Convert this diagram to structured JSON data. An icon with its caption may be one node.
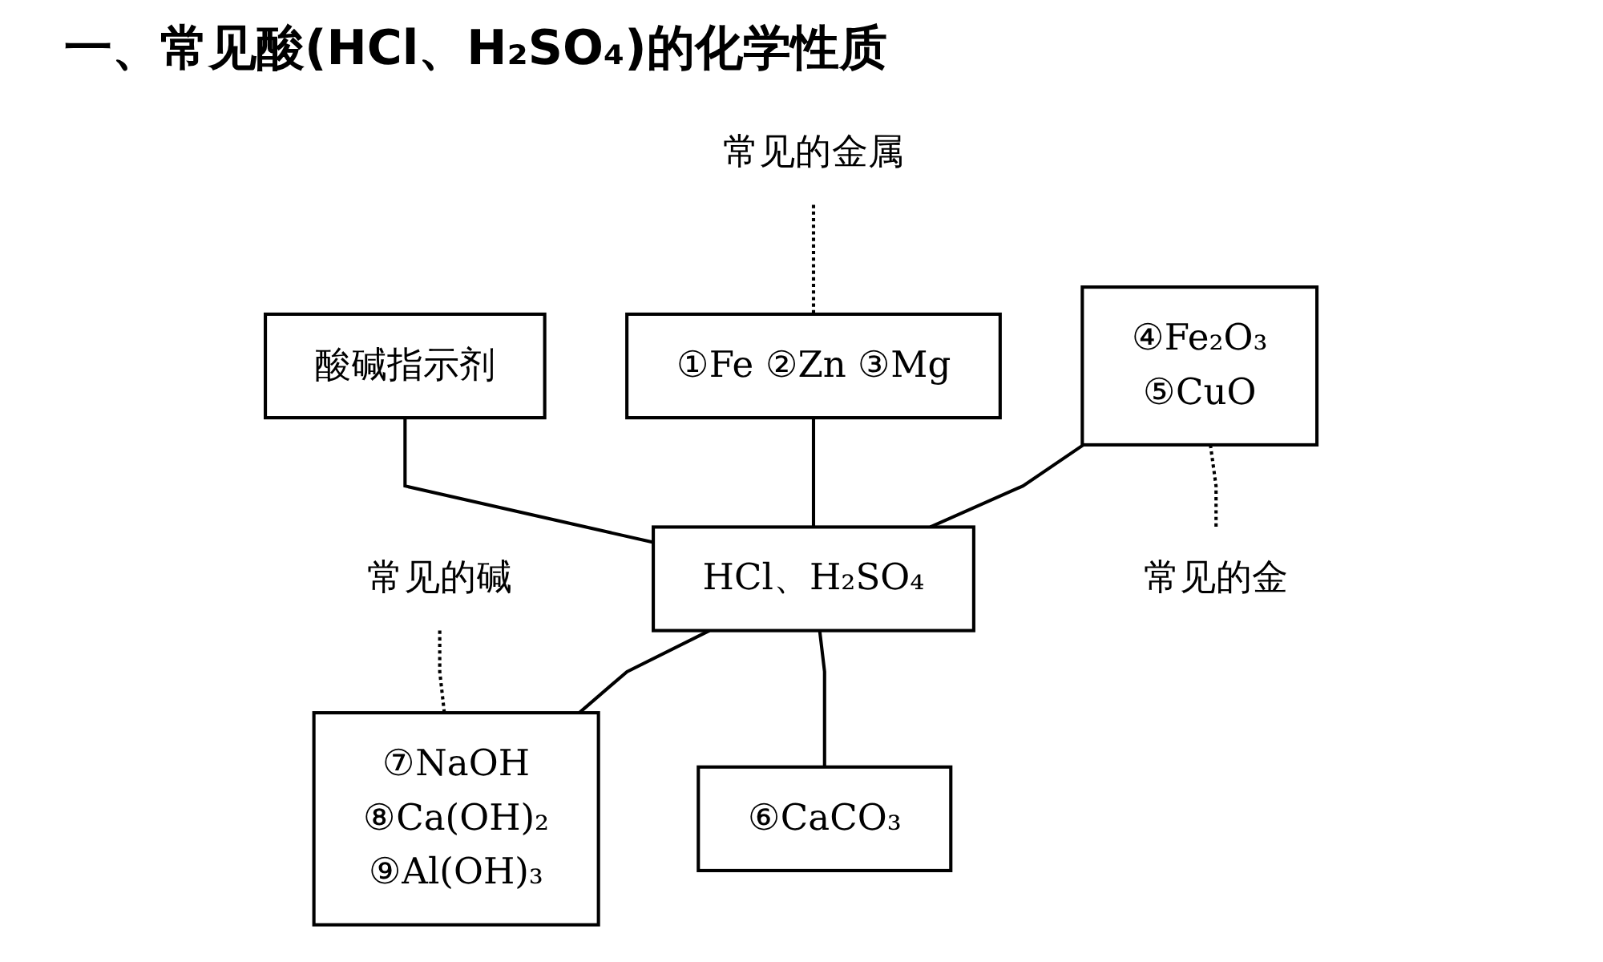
{
  "diagram": {
    "title": "一、常见酸(HCl、H₂SO₄)的化学性质",
    "nodes": [
      {
        "text": [
          "常见的金属"
        ]
      },
      {
        "text": [
          "常见的碱"
        ]
      },
      {
        "text": [
          "酸碱指示剂"
        ]
      },
      {
        "text": [
          "①Fe ②Zn ③Mg"
        ]
      },
      {
        "text": [
          "④Fe₂O₃",
          "⑤CuO"
        ]
      },
      {
        "text": [
          "HCl、H₂SO₄"
        ]
      },
      {
        "text": [
          "⑦NaOH",
          "⑧Ca(OH)₂",
          "⑨Al(OH)₃"
        ]
      },
      {
        "text": [
          "⑥CaCO₃"
        ]
      },
      {
        "text": [
          "常见的金"
        ]
      }
    ],
    "edges": [
      {
        "from": 0,
        "to": 3,
        "arrow": "none",
        "style": "dashed"
      },
      {
        "from": 1,
        "to": 6,
        "arrow": "none",
        "style": "dashed"
      },
      {
        "from": 2,
        "to": 5,
        "arrow": "none"
      },
      {
        "from": 3,
        "to": 5,
        "arrow": "none"
      },
      {
        "from": 4,
        "to": 5,
        "arrow": "none"
      },
      {
        "from": 5,
        "to": 6,
        "arrow": "none"
      },
      {
        "from": 5,
        "to": 7,
        "arrow": "none"
      },
      {
        "from": 4,
        "to": 8,
        "arrow": "none",
        "style": "dashed"
      }
    ]
  }
}
